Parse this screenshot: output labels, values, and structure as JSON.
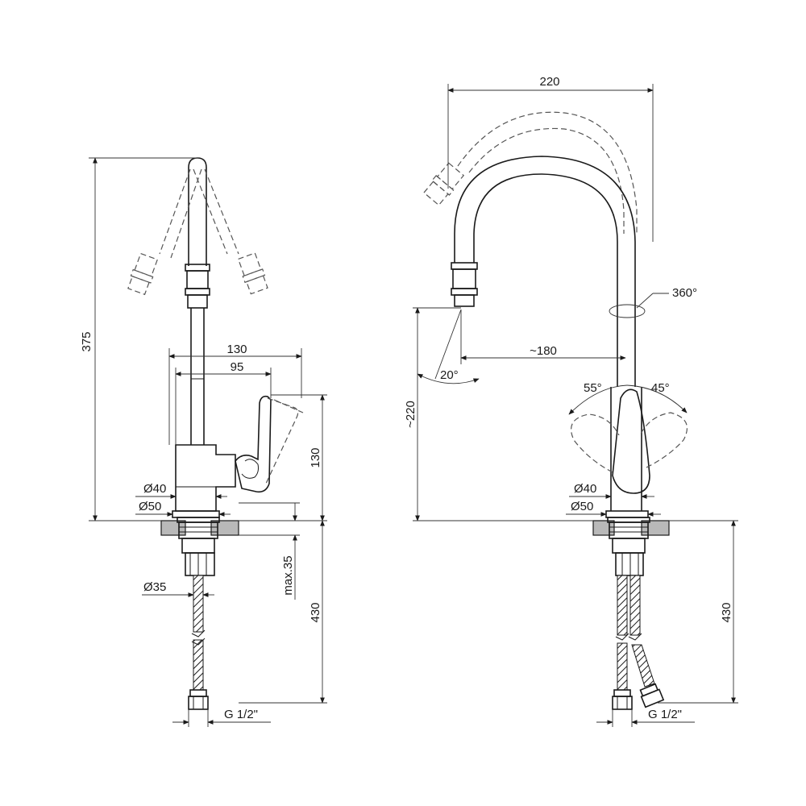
{
  "left_view": {
    "dim_height_total": "375",
    "dim_reach_lever": "130",
    "dim_reach_body": "95",
    "dim_body_height": "130",
    "dia_body": "Ø40",
    "dia_base": "Ø50",
    "dia_thread": "Ø35",
    "dim_max_mount": "max.35",
    "dim_hose_length": "430",
    "thread_size": "G 1/2\""
  },
  "right_view": {
    "dim_overall_width": "220",
    "dim_swivel": "360°",
    "dim_spout_reach": "~180",
    "dim_spout_angle": "20°",
    "dim_spout_height": "~220",
    "dim_lever_left": "55°",
    "dim_lever_right": "45°",
    "dia_body": "Ø40",
    "dia_base": "Ø50",
    "dim_hose_length": "430",
    "thread_size": "G 1/2\""
  }
}
